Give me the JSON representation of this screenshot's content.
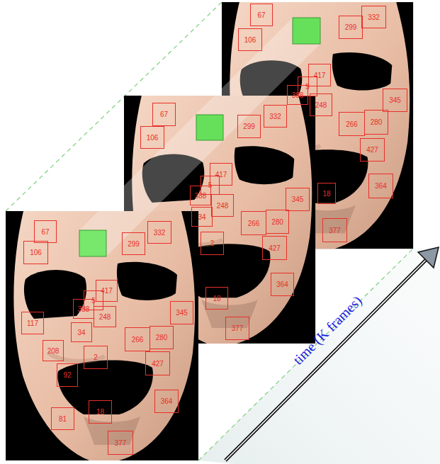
{
  "diagram": {
    "nodes": [
      {
        "text": [
          "67"
        ]
      },
      {
        "text": [
          "106"
        ]
      },
      {
        "text": [
          "299"
        ]
      },
      {
        "text": [
          "332"
        ]
      },
      {
        "text": [
          "417"
        ]
      },
      {
        "text": [
          "5"
        ]
      },
      {
        "text": [
          "388"
        ]
      },
      {
        "text": [
          "248"
        ]
      },
      {
        "text": [
          "345"
        ]
      },
      {
        "text": [
          "266"
        ]
      },
      {
        "text": [
          "280"
        ]
      },
      {
        "text": [
          "427"
        ]
      },
      {
        "text": [
          "18"
        ]
      },
      {
        "text": [
          "364"
        ]
      },
      {
        "text": [
          "377"
        ]
      },
      {
        "text": [
          "67"
        ]
      },
      {
        "text": [
          "106"
        ]
      },
      {
        "text": [
          "299"
        ]
      },
      {
        "text": [
          "332"
        ]
      },
      {
        "text": [
          "417"
        ]
      },
      {
        "text": [
          "5"
        ]
      },
      {
        "text": [
          "388"
        ]
      },
      {
        "text": [
          "248"
        ]
      },
      {
        "text": [
          "34"
        ]
      },
      {
        "text": [
          "345"
        ]
      },
      {
        "text": [
          "266"
        ]
      },
      {
        "text": [
          "280"
        ]
      },
      {
        "text": [
          "2"
        ]
      },
      {
        "text": [
          "427"
        ]
      },
      {
        "text": [
          "364"
        ]
      },
      {
        "text": [
          "18"
        ]
      },
      {
        "text": [
          "377"
        ]
      },
      {
        "text": [
          "67"
        ]
      },
      {
        "text": [
          "106"
        ]
      },
      {
        "text": [
          "299"
        ]
      },
      {
        "text": [
          "332"
        ]
      },
      {
        "text": [
          "117"
        ]
      },
      {
        "text": [
          "417"
        ]
      },
      {
        "text": [
          "5"
        ]
      },
      {
        "text": [
          "388"
        ]
      },
      {
        "text": [
          "248"
        ]
      },
      {
        "text": [
          "34"
        ]
      },
      {
        "text": [
          "345"
        ]
      },
      {
        "text": [
          "266"
        ]
      },
      {
        "text": [
          "280"
        ]
      },
      {
        "text": [
          "208"
        ]
      },
      {
        "text": [
          "2"
        ]
      },
      {
        "text": [
          "427"
        ]
      },
      {
        "text": [
          "92"
        ]
      },
      {
        "text": [
          "364"
        ]
      },
      {
        "text": [
          "18"
        ]
      },
      {
        "text": [
          "81"
        ]
      },
      {
        "text": [
          "377"
        ]
      }
    ],
    "labels": [
      "time (K frames)"
    ]
  }
}
